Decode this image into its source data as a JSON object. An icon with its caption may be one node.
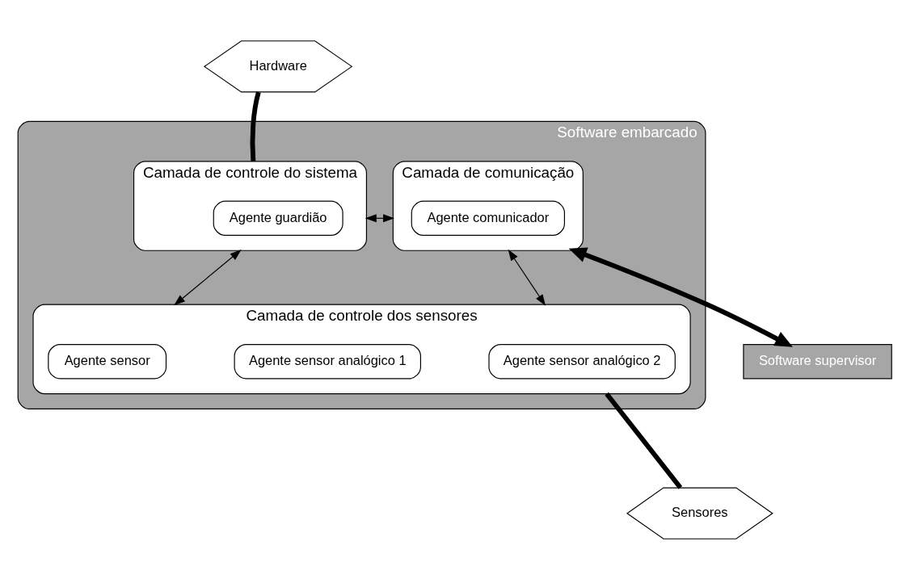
{
  "diagram": {
    "nodes": [
      {
        "text": [
          "Hardware"
        ]
      },
      {
        "text": [
          "Software embarcado"
        ]
      },
      {
        "text": [
          "Camada de controle do sistema"
        ],
        "in": 1
      },
      {
        "text": [
          "Agente guardião"
        ],
        "in": 2
      },
      {
        "text": [
          "Camada de comunicação"
        ],
        "in": 1
      },
      {
        "text": [
          "Agente comunicador"
        ],
        "in": 4
      },
      {
        "text": [
          "Camada de controle dos sensores"
        ],
        "in": 1
      },
      {
        "text": [
          "Agente sensor"
        ],
        "in": 6
      },
      {
        "text": [
          "Agente sensor analógico 1"
        ],
        "in": 6
      },
      {
        "text": [
          "Agente sensor analógico 2"
        ],
        "in": 6
      },
      {
        "text": [
          "Software supervisor"
        ]
      },
      {
        "text": [
          "Sensores"
        ]
      }
    ],
    "edges": [
      {
        "from": 0,
        "to": 2,
        "arrow": "none",
        "style": "thick"
      },
      {
        "from": 2,
        "to": 4,
        "arrow": "both"
      },
      {
        "from": 2,
        "to": 6,
        "arrow": "both"
      },
      {
        "from": 4,
        "to": 6,
        "arrow": "both"
      },
      {
        "from": 4,
        "to": 10,
        "arrow": "both",
        "style": "thick"
      },
      {
        "from": 6,
        "to": 11,
        "arrow": "none",
        "style": "thick"
      }
    ]
  }
}
